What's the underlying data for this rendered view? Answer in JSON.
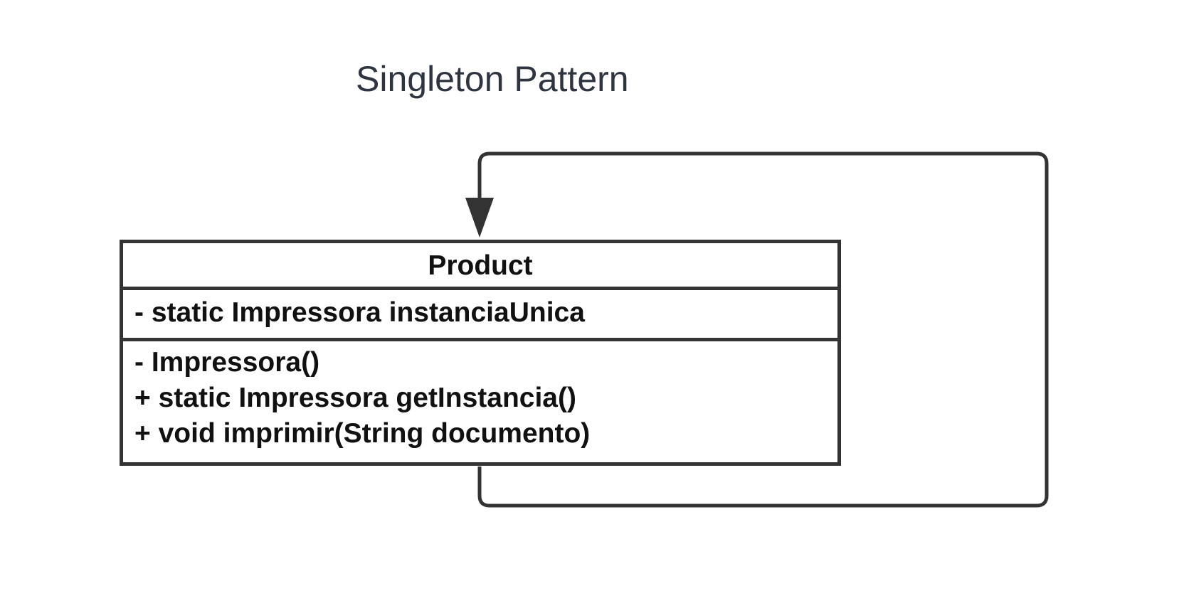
{
  "diagram": {
    "title": "Singleton Pattern",
    "class": {
      "name": "Product",
      "attributes": [
        "- static Impressora instanciaUnica"
      ],
      "operations": [
        "- Impressora()",
        "+ static Impressora getInstancia()",
        "+ void imprimir(String documento)"
      ]
    },
    "relationship": {
      "type": "self-association",
      "arrowhead": "filled-triangle",
      "line_color": "#333333"
    },
    "colors": {
      "title": "#2e3440",
      "border": "#333333",
      "text": "#111111"
    }
  }
}
